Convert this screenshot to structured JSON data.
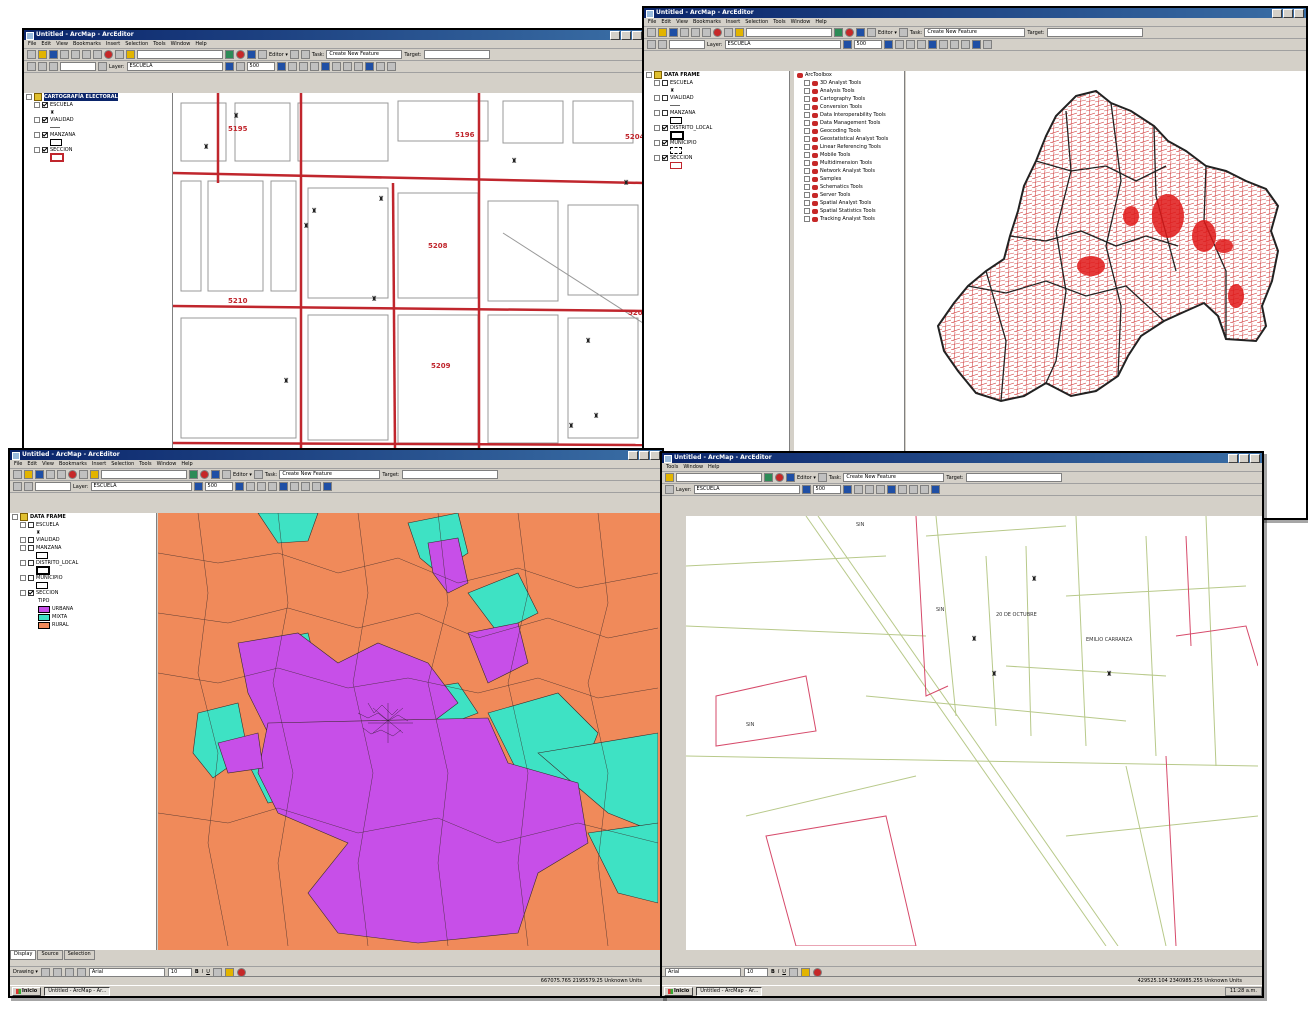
{
  "app": {
    "title": "Untitled - ArcMap - ArcEditor",
    "menus": [
      "File",
      "Edit",
      "View",
      "Bookmarks",
      "Insert",
      "Selection",
      "Tools",
      "Window",
      "Help"
    ],
    "menus_w4": [
      "Tools",
      "Window",
      "Help"
    ],
    "editor_label": "Editor ▾",
    "task_label": "Task:",
    "task_value": "Create New Feature",
    "target_label": "Target:",
    "layer_label": "Layer:",
    "layer_value": "ESCUELA",
    "scale_value": "500",
    "font_value": "Arial",
    "font_size": "10",
    "drawing_label": "Drawing ▾"
  },
  "windows": {
    "w1": {
      "toc_root": "CARTOGRAFÍA ELECTORAL",
      "layers": [
        "ESCUELA",
        "VIALIDAD",
        "MANZANA",
        "SECCION"
      ],
      "map_labels": [
        "5195",
        "5196",
        "5209",
        "5210",
        "5208",
        "5204",
        "520"
      ]
    },
    "w2": {
      "toc_root": "DATA FRAME",
      "layers": [
        "ESCUELA",
        "VIALIDAD",
        "MANZANA",
        "DISTRITO_LOCAL",
        "MUNICIPIO",
        "SECCION"
      ],
      "toolbox_root": "ArcToolbox",
      "toolboxes": [
        "3D Analyst Tools",
        "Analysis Tools",
        "Cartography Tools",
        "Conversion Tools",
        "Data Interoperability Tools",
        "Data Management Tools",
        "Geocoding Tools",
        "Geostatistical Analyst Tools",
        "Linear Referencing Tools",
        "Mobile Tools",
        "Multidimension Tools",
        "Network Analyst Tools",
        "Samples",
        "Schematics Tools",
        "Server Tools",
        "Spatial Analyst Tools",
        "Spatial Statistics Tools",
        "Tracking Analyst Tools"
      ]
    },
    "w3": {
      "toc_root": "DATA FRAME",
      "layers": [
        "ESCUELA",
        "VIALIDAD",
        "MANZANA",
        "DISTRITO_LOCAL",
        "MUNICIPIO",
        "SECCION"
      ],
      "legend_field": "TIPO",
      "legend": [
        {
          "label": "URBANA",
          "color": "#c74fe8"
        },
        {
          "label": "MIXTA",
          "color": "#3ee2c4"
        },
        {
          "label": "RURAL",
          "color": "#f08a5a"
        }
      ],
      "tabs": [
        "Display",
        "Source",
        "Selection"
      ],
      "status": "667075.765  2195579.25 Unknown Units"
    },
    "w4": {
      "map_labels": [
        "20 DE OCTUBRE",
        "EMILIO CARRANZA",
        "SIN"
      ],
      "status": "429525.104  2340985.255 Unknown Units"
    }
  },
  "taskbar": {
    "start": "Inicio",
    "task": "Untitled - ArcMap - Ar...",
    "clock": "11:28 a.m."
  },
  "colors": {
    "urbana": "#c74fe8",
    "mixta": "#3ee2c4",
    "rural": "#f08a5a",
    "road": "#c0262d",
    "title_bar": "#0a246a"
  }
}
